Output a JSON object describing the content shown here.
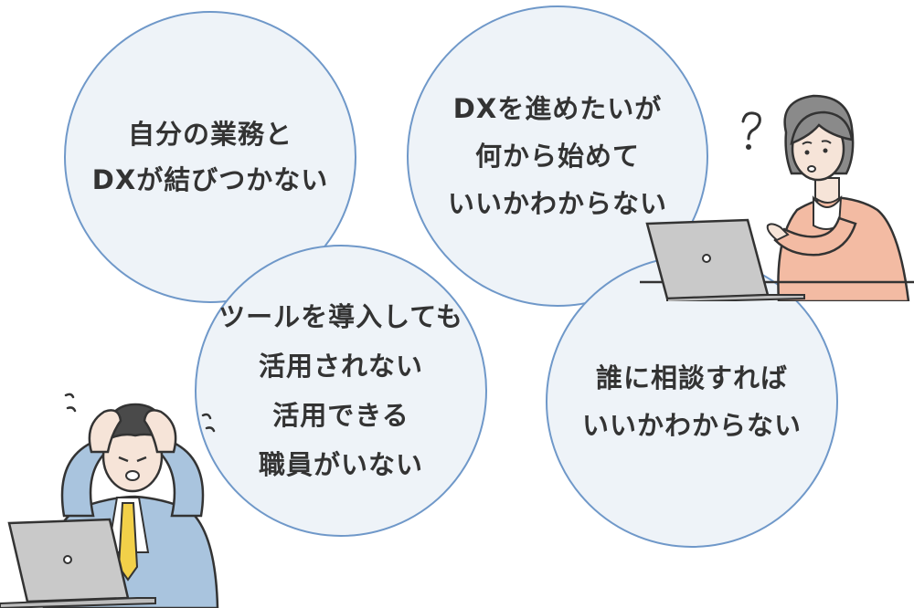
{
  "bubbles": [
    {
      "lines": [
        "自分の業務と",
        "DXが結びつかない"
      ]
    },
    {
      "lines": [
        "DXを進めたいが",
        "何から始めて",
        "いいかわからない"
      ]
    },
    {
      "lines": [
        "ツールを導入しても",
        "活用されない",
        "活用できる",
        "職員がいない"
      ]
    },
    {
      "lines": [
        "誰に相談すれば",
        "いいかわからない"
      ]
    }
  ],
  "colors": {
    "bubble_fill": "#eef3f8",
    "bubble_border": "#6f98c9",
    "text": "#333333",
    "suit": "#a9c4de",
    "tie": "#f2d049",
    "laptop": "#c9c9c9",
    "sweater": "#f3bba3"
  },
  "icons": [
    "question-mark-icon",
    "sweat-drop-icon",
    "laptop-icon"
  ]
}
